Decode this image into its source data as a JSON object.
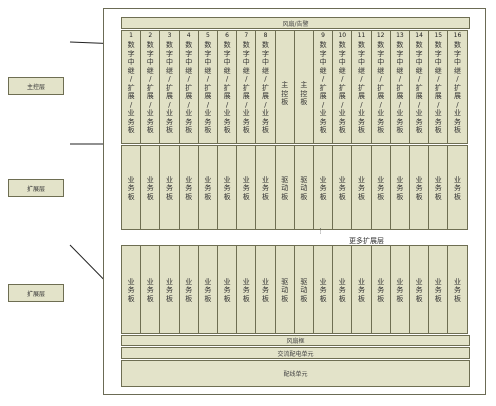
{
  "top_bar": "风扇/告警",
  "main_layer_label": "主控层",
  "ext_layer_label_1": "扩展层",
  "ext_layer_label_2": "扩展层",
  "more_ext_label": "更多扩展层",
  "ellipsis": "⋮",
  "fan_box": "风扇框",
  "ac_unit": "交流配电单元",
  "wiring_unit": "配线单元",
  "main_slots": [
    {
      "num": "1",
      "text": "数字中继/扩展/业务板"
    },
    {
      "num": "2",
      "text": "数字中继/扩展/业务板"
    },
    {
      "num": "3",
      "text": "数字中继/扩展/业务板"
    },
    {
      "num": "4",
      "text": "数字中继/扩展/业务板"
    },
    {
      "num": "5",
      "text": "数字中继/扩展/业务板"
    },
    {
      "num": "6",
      "text": "数字中继/扩展/业务板"
    },
    {
      "num": "7",
      "text": "数字中继/扩展/业务板"
    },
    {
      "num": "8",
      "text": "数字中继/扩展/业务板"
    },
    {
      "num": "",
      "text": "主控板"
    },
    {
      "num": "",
      "text": "主控板"
    },
    {
      "num": "9",
      "text": "数字中继/扩展/业务板"
    },
    {
      "num": "10",
      "text": "数字中继/扩展/业务板"
    },
    {
      "num": "11",
      "text": "数字中继/扩展/业务板"
    },
    {
      "num": "12",
      "text": "数字中继/扩展/业务板"
    },
    {
      "num": "13",
      "text": "数字中继/扩展/业务板"
    },
    {
      "num": "14",
      "text": "数字中继/扩展/业务板"
    },
    {
      "num": "15",
      "text": "数字中继/扩展/业务板"
    },
    {
      "num": "16",
      "text": "数字中继/扩展/业务板"
    }
  ],
  "ext_slots_1": [
    "业务板",
    "业务板",
    "业务板",
    "业务板",
    "业务板",
    "业务板",
    "业务板",
    "业务板",
    "驱动板",
    "驱动板",
    "业务板",
    "业务板",
    "业务板",
    "业务板",
    "业务板",
    "业务板",
    "业务板",
    "业务板"
  ],
  "ext_slots_2": [
    "业务板",
    "业务板",
    "业务板",
    "业务板",
    "业务板",
    "业务板",
    "业务板",
    "业务板",
    "驱动板",
    "驱动板",
    "业务板",
    "业务板",
    "业务板",
    "业务板",
    "业务板",
    "业务板",
    "业务板",
    "业务板"
  ]
}
